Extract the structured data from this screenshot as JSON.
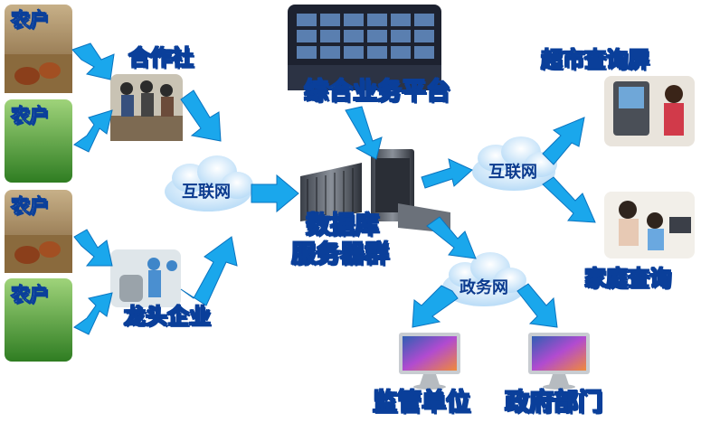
{
  "farmer_label": "农户",
  "cooperative": "合作社",
  "leading_enterprise": "龙头企业",
  "internet_left": "互联网",
  "internet_right": "互联网",
  "platform": "综合业务平台",
  "database_line1": "数据库",
  "database_line2": "服务器群",
  "supermarket_screen": "超市查询屏",
  "home_query": "家庭查询",
  "gov_network": "政务网",
  "supervision_unit": "监管单位",
  "gov_department": "政府部门",
  "colors": {
    "arrow": "#1aa7ec",
    "label_fill": "#ffe600",
    "label_stroke": "#0a3f9a",
    "cloud": "#d8efff"
  }
}
